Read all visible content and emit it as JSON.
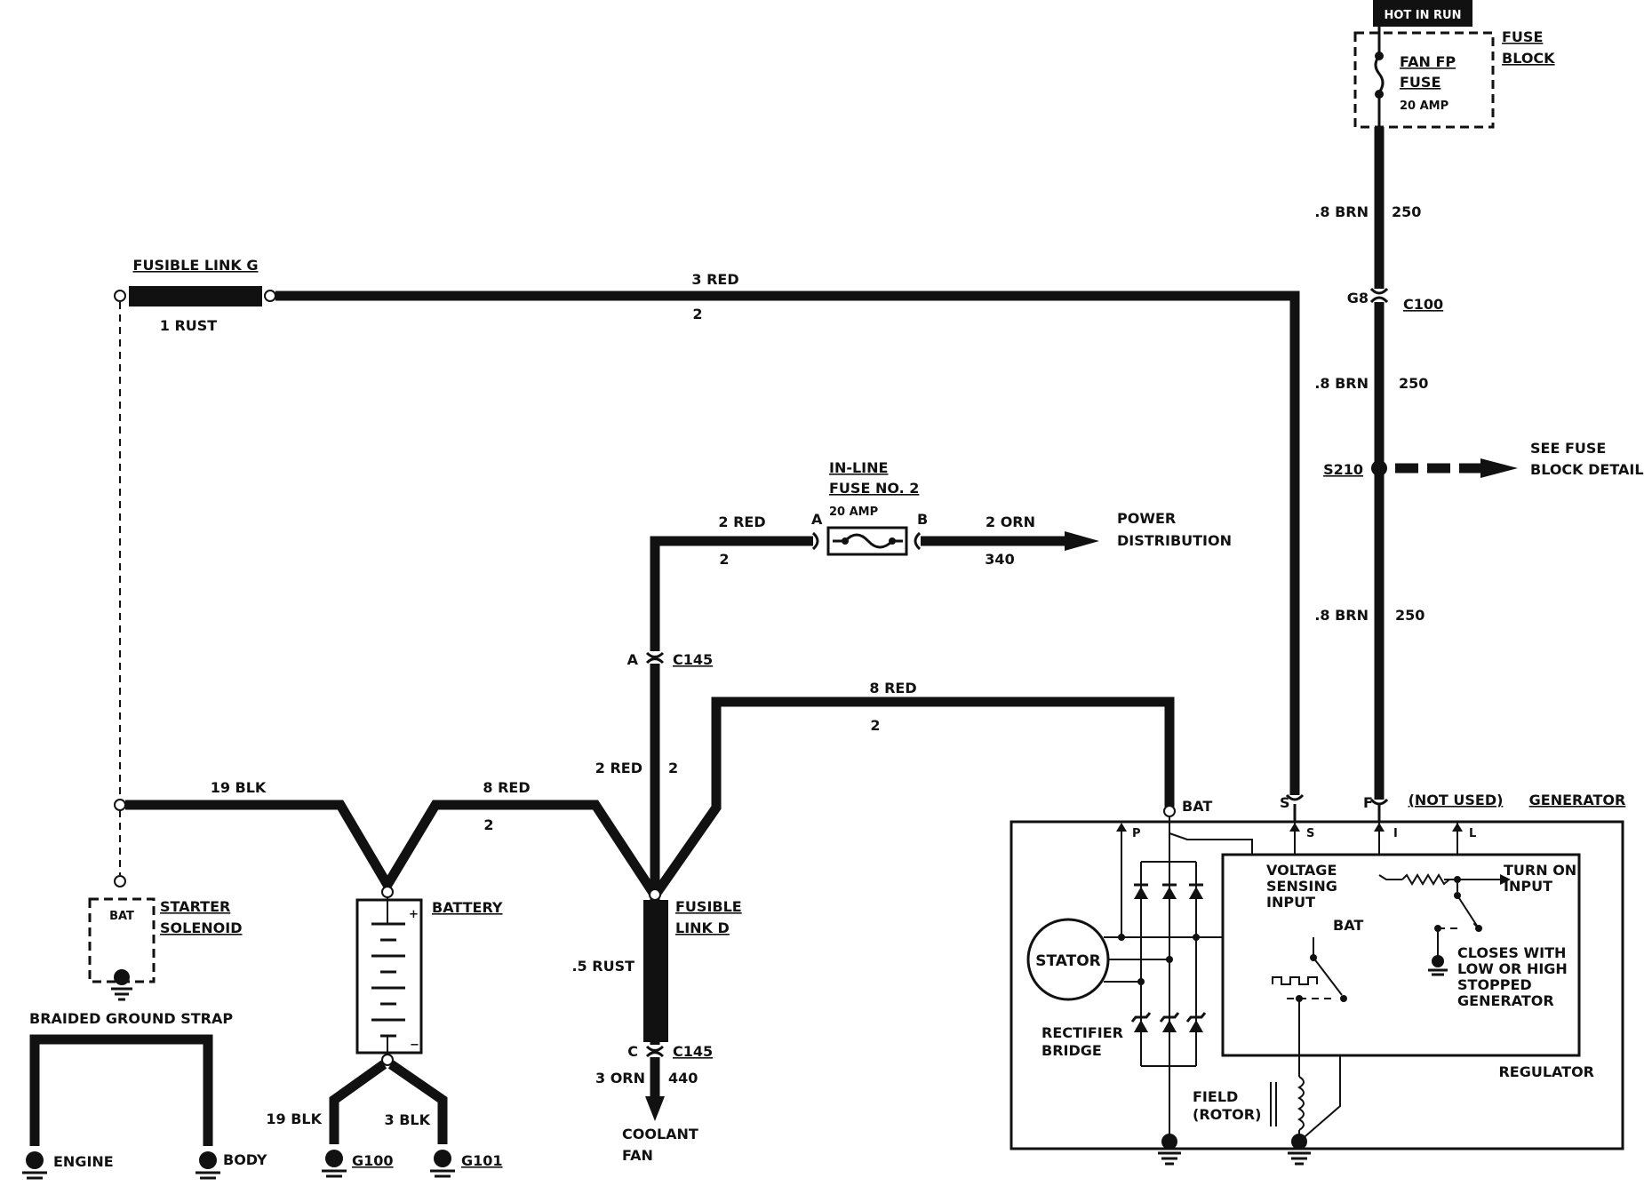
{
  "hot_in_run": "HOT IN RUN",
  "fuse_block": {
    "line1": "FUSE",
    "line2": "BLOCK",
    "fuse_line1": "FAN FP",
    "fuse_line2": "FUSE",
    "rating": "20 AMP"
  },
  "fusible_link_g": {
    "label": "FUSIBLE LINK G",
    "size": "1 RUST"
  },
  "wire_3red": {
    "color": "3 RED",
    "circuit": "2"
  },
  "brn_wire": {
    "seg1": {
      "color": ".8 BRN",
      "circuit": "250"
    },
    "seg2": {
      "color": ".8 BRN",
      "circuit": "250"
    },
    "seg3": {
      "color": ".8 BRN",
      "circuit": "250"
    }
  },
  "c100": {
    "pin": "G8",
    "name": "C100"
  },
  "s210": {
    "name": "S210",
    "see_line1": "SEE FUSE",
    "see_line2": "BLOCK DETAILS"
  },
  "inline_fuse": {
    "line1": "IN-LINE",
    "line2": "FUSE NO. 2",
    "rating": "20 AMP",
    "pin_a": "A",
    "pin_b": "B"
  },
  "wire_2red_top": {
    "color": "2 RED",
    "circuit": "2"
  },
  "wire_2orn": {
    "color": "2 ORN",
    "circuit": "340"
  },
  "power_distribution": {
    "line1": "POWER",
    "line2": "DISTRIBUTION"
  },
  "c145_top": {
    "pin": "A",
    "name": "C145"
  },
  "c145_bottom": {
    "pin": "C",
    "name": "C145"
  },
  "wire_8red_right": {
    "color": "8 RED",
    "circuit": "2"
  },
  "wire_2red_vert": {
    "color": "2 RED",
    "circuit": "2"
  },
  "wire_19blk_top": {
    "color": "19 BLK"
  },
  "wire_8red_left": {
    "color": "8 RED",
    "circuit": "2"
  },
  "fusible_link_d": {
    "line1": "FUSIBLE",
    "line2": "LINK D",
    "size": ".5 RUST"
  },
  "wire_3orn": {
    "color": "3 ORN",
    "circuit": "440"
  },
  "coolant_fan": {
    "line1": "COOLANT",
    "line2": "FAN"
  },
  "starter": {
    "pin": "BAT",
    "line1": "STARTER",
    "line2": "SOLENOID"
  },
  "battery": {
    "label": "BATTERY",
    "plus": "+",
    "minus": "−"
  },
  "braided": {
    "label": "BRAIDED GROUND STRAP",
    "engine": "ENGINE",
    "body": "BODY"
  },
  "grounds": {
    "blk19": "19 BLK",
    "blk3": "3 BLK",
    "g100": "G100",
    "g101": "G101"
  },
  "generator": {
    "label": "GENERATOR",
    "not_used": "(NOT USED)",
    "bat": "BAT",
    "term_s": "S",
    "term_f": "F",
    "pin_p": "P",
    "pin_s": "S",
    "pin_i": "I",
    "pin_l": "L",
    "stator": "STATOR",
    "rectifier_line1": "RECTIFIER",
    "rectifier_line2": "BRIDGE",
    "field_line1": "FIELD",
    "field_line2": "(ROTOR)",
    "regulator": "REGULATOR",
    "vsi_line1": "VOLTAGE",
    "vsi_line2": "SENSING",
    "vsi_line3": "INPUT",
    "reg_bat": "BAT",
    "turn_on_line1": "TURN ON",
    "turn_on_line2": "INPUT",
    "closes_line1": "CLOSES WITH",
    "closes_line2": "LOW OR HIGH",
    "closes_line3": "STOPPED",
    "closes_line4": "GENERATOR"
  }
}
